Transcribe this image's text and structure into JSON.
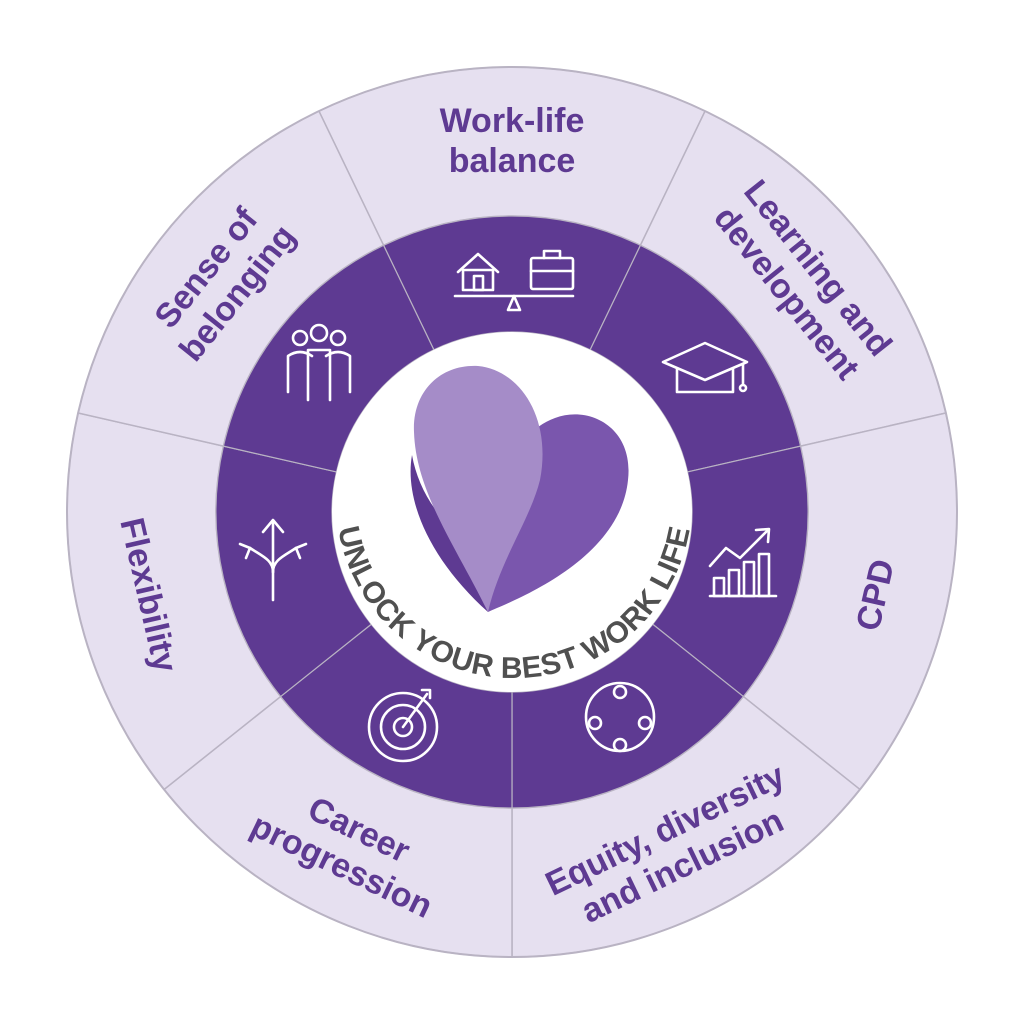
{
  "center": {
    "text": "UNLOCK YOUR BEST WORK LIFE"
  },
  "segments": [
    {
      "lines": [
        "Work-life",
        "balance"
      ],
      "icon": "work-life-balance-icon"
    },
    {
      "lines": [
        "Learning and",
        "development"
      ],
      "icon": "graduation-cap-icon"
    },
    {
      "lines": [
        "CPD"
      ],
      "icon": "growth-chart-icon"
    },
    {
      "lines": [
        "Equity, diversity",
        "and inclusion"
      ],
      "icon": "connected-people-circle-icon"
    },
    {
      "lines": [
        "Career",
        "progression"
      ],
      "icon": "target-icon"
    },
    {
      "lines": [
        "Flexibility"
      ],
      "icon": "split-arrows-icon"
    },
    {
      "lines": [
        "Sense of",
        "belonging"
      ],
      "icon": "group-of-people-icon"
    }
  ],
  "colors": {
    "outer_ring": "#e6e0f0",
    "outer_border": "#b9b3c3",
    "inner_ring": "#5e3a92",
    "label_text": "#5e3a92",
    "center_text": "#505050",
    "heart_light": "#a58cc8",
    "heart_dark": "#7a56ad",
    "heart_shadow": "#5e3a92"
  }
}
